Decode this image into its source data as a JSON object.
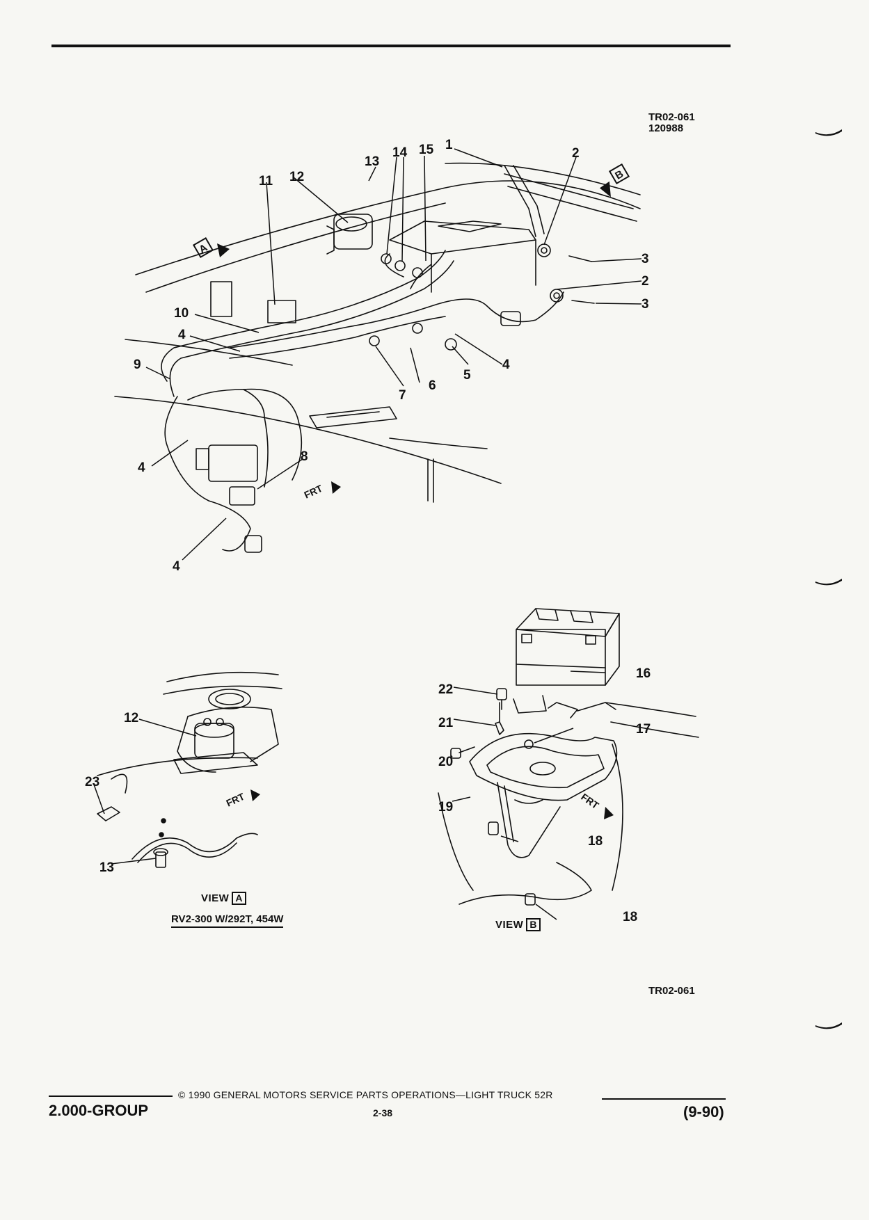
{
  "header": {
    "figure_code": "TR02-061",
    "figure_date": "120988"
  },
  "main_view": {
    "callouts": [
      "1",
      "2",
      "2",
      "3",
      "3",
      "4",
      "4",
      "4",
      "4",
      "5",
      "6",
      "7",
      "8",
      "9",
      "10",
      "11",
      "12",
      "13",
      "14",
      "15"
    ],
    "view_markers": [
      "A",
      "B"
    ],
    "frt_label": "FRT"
  },
  "view_a": {
    "title": "VIEW",
    "letter": "A",
    "subtitle": "RV2-300 W/292T, 454W",
    "callouts": [
      "12",
      "23",
      "13"
    ],
    "frt_label": "FRT"
  },
  "view_b": {
    "title": "VIEW",
    "letter": "B",
    "callouts": [
      "16",
      "17",
      "18",
      "18",
      "19",
      "20",
      "21",
      "22"
    ],
    "frt_label": "FRT"
  },
  "figure_code_bottom": "TR02-061",
  "footer": {
    "copyright": "© 1990 GENERAL MOTORS SERVICE PARTS OPERATIONS—LIGHT TRUCK 52R",
    "group": "2.000-GROUP",
    "page": "2-38",
    "date": "(9-90)"
  },
  "colors": {
    "ink": "#111111",
    "paper": "#f7f7f3"
  }
}
